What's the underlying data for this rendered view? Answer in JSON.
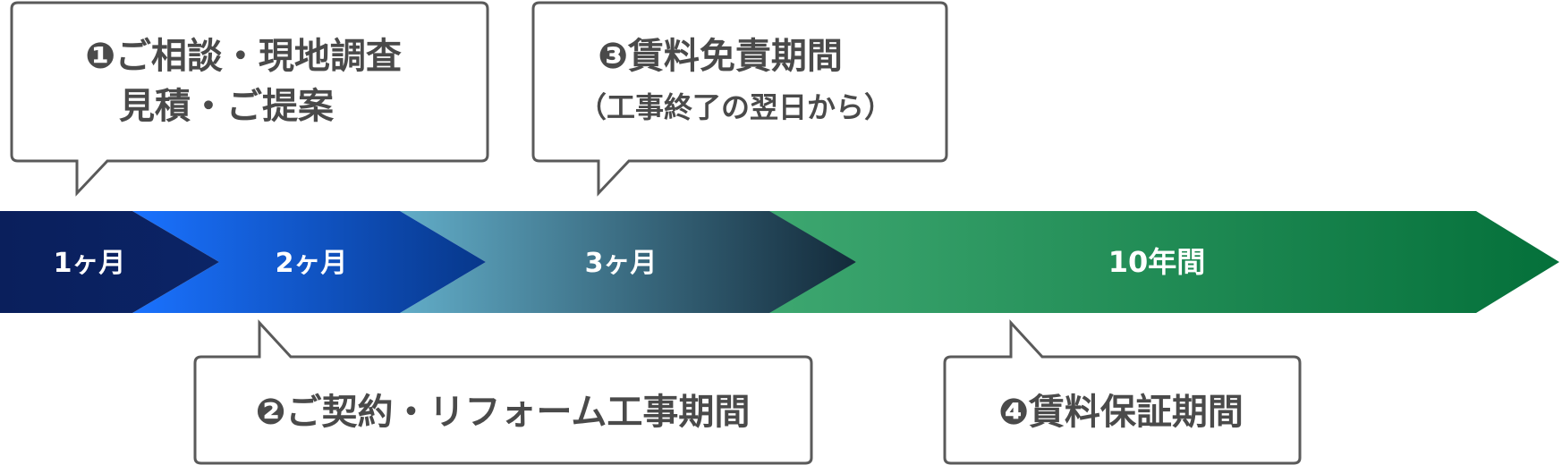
{
  "timeline": {
    "segments": [
      {
        "label": "1ヶ月",
        "color_from": "#0a1f5c",
        "color_to": "#0a1f5c"
      },
      {
        "label": "2ヶ月",
        "color_from": "#1a6ef5",
        "color_to": "#083a8a"
      },
      {
        "label": "3ヶ月",
        "color_from": "#5fa8c4",
        "color_to": "#152f40"
      },
      {
        "label": "10年間",
        "color_from": "#3aa66f",
        "color_to": "#05703a"
      }
    ]
  },
  "callouts": {
    "step1": {
      "line1": "❶ご相談・現地調査",
      "line2": "見積・ご提案"
    },
    "step2": {
      "line1": "❷ご契約・リフォーム工事期間"
    },
    "step3": {
      "line1": "❸賃料免責期間",
      "line2": "（工事終了の翌日から）"
    },
    "step4": {
      "line1": "❹賃料保証期間"
    }
  },
  "colors": {
    "callout_border": "#5a5a5a",
    "callout_text": "#4a4a4a"
  }
}
